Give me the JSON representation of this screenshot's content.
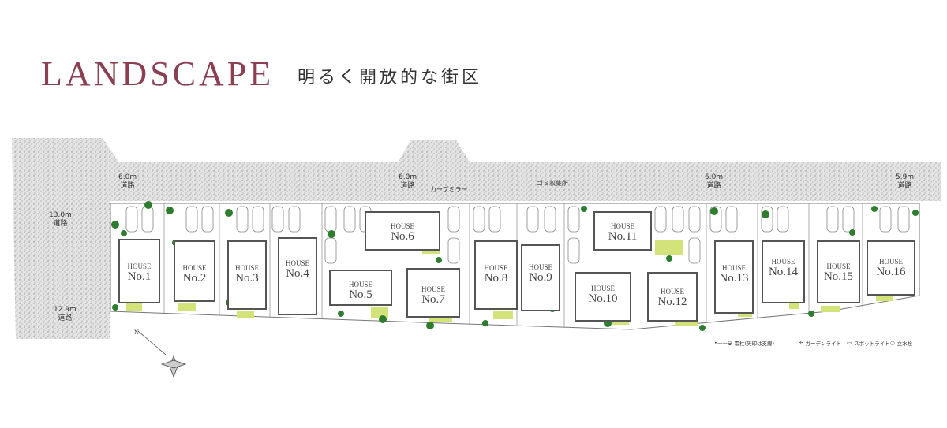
{
  "header": {
    "title": "LANDSCAPE",
    "subtitle": "明るく開放的な街区"
  },
  "roads": [
    {
      "width": "6.0m",
      "label": "道路"
    },
    {
      "width": "6.0m",
      "label": "道路"
    },
    {
      "width": "6.0m",
      "label": "道路"
    },
    {
      "width": "5.9m",
      "label": "道路"
    },
    {
      "width": "13.0m",
      "label": "道路"
    },
    {
      "width": "12.9m",
      "label": "道路"
    }
  ],
  "annotations": {
    "curve_mirror": "カーブミラー",
    "garbage": "ゴミ収集所"
  },
  "houses": [
    {
      "type": "HOUSE",
      "no": "No.1"
    },
    {
      "type": "HOUSE",
      "no": "No.2"
    },
    {
      "type": "HOUSE",
      "no": "No.3"
    },
    {
      "type": "HOUSE",
      "no": "No.4"
    },
    {
      "type": "HOUSE",
      "no": "No.5"
    },
    {
      "type": "HOUSE",
      "no": "No.6"
    },
    {
      "type": "HOUSE",
      "no": "No.7"
    },
    {
      "type": "HOUSE",
      "no": "No.8"
    },
    {
      "type": "HOUSE",
      "no": "No.9"
    },
    {
      "type": "HOUSE",
      "no": "No.10"
    },
    {
      "type": "HOUSE",
      "no": "No.11"
    },
    {
      "type": "HOUSE",
      "no": "No.12"
    },
    {
      "type": "HOUSE",
      "no": "No.13"
    },
    {
      "type": "HOUSE",
      "no": "No.14"
    },
    {
      "type": "HOUSE",
      "no": "No.15"
    },
    {
      "type": "HOUSE",
      "no": "No.16"
    }
  ],
  "legend": [
    {
      "icon": "utility-pole-icon",
      "label": "電柱(矢印は支線)"
    },
    {
      "icon": "garden-light-icon",
      "label": "ガーデンライト"
    },
    {
      "icon": "spotlight-icon",
      "label": "スポットライト"
    },
    {
      "icon": "faucet-icon",
      "label": "立水栓"
    }
  ],
  "colors": {
    "title": "#8b3f52",
    "tree": "#2e7d2e",
    "lawn": "#d4e27a",
    "paving": "#b9a3a3"
  }
}
